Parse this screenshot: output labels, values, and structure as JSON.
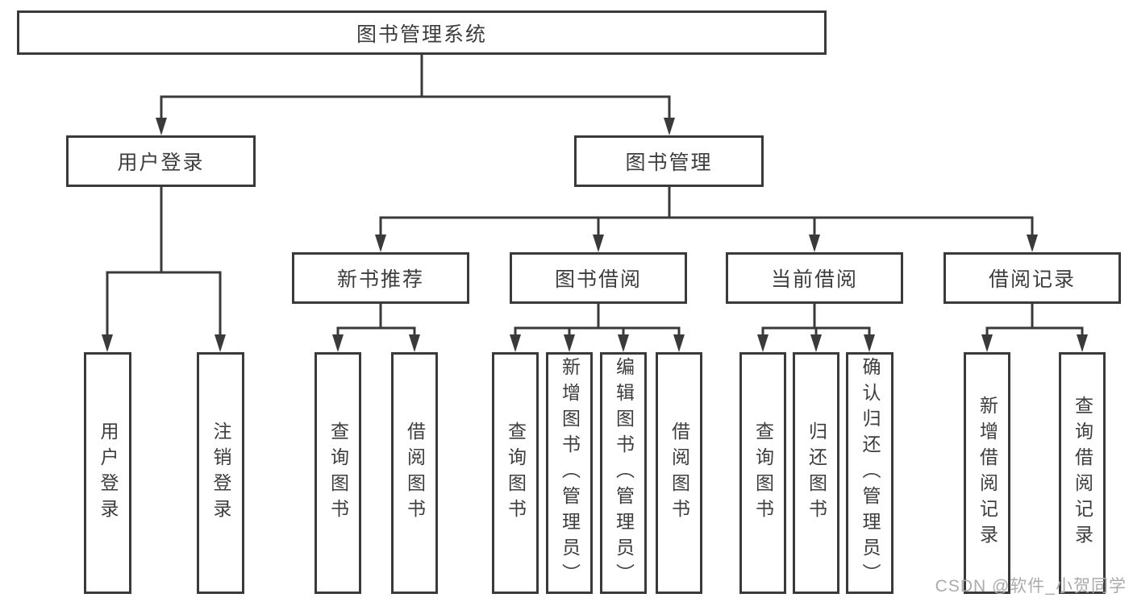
{
  "tree": {
    "root": {
      "label": "图书管理系统",
      "children": [
        {
          "label": "用户登录",
          "children": [
            {
              "label": "用户登录"
            },
            {
              "label": "注销登录"
            }
          ]
        },
        {
          "label": "图书管理",
          "children": [
            {
              "label": "新书推荐",
              "children": [
                {
                  "label": "查询图书"
                },
                {
                  "label": "借阅图书"
                }
              ]
            },
            {
              "label": "图书借阅",
              "children": [
                {
                  "label": "查询图书"
                },
                {
                  "label": "新增图书（管理员）"
                },
                {
                  "label": "编辑图书（管理员）"
                },
                {
                  "label": "借阅图书"
                }
              ]
            },
            {
              "label": "当前借阅",
              "children": [
                {
                  "label": "查询图书"
                },
                {
                  "label": "归还图书"
                },
                {
                  "label": "确认归还（管理员）"
                }
              ]
            },
            {
              "label": "借阅记录",
              "children": [
                {
                  "label": "新增借阅记录"
                },
                {
                  "label": "查询借阅记录"
                }
              ]
            }
          ]
        }
      ]
    }
  },
  "colors": {
    "line": "#3a3a3a",
    "text": "#3d3d3d",
    "watermark": "#ababab"
  },
  "watermark": {
    "text": "CSDN @软件_小贺同学"
  }
}
